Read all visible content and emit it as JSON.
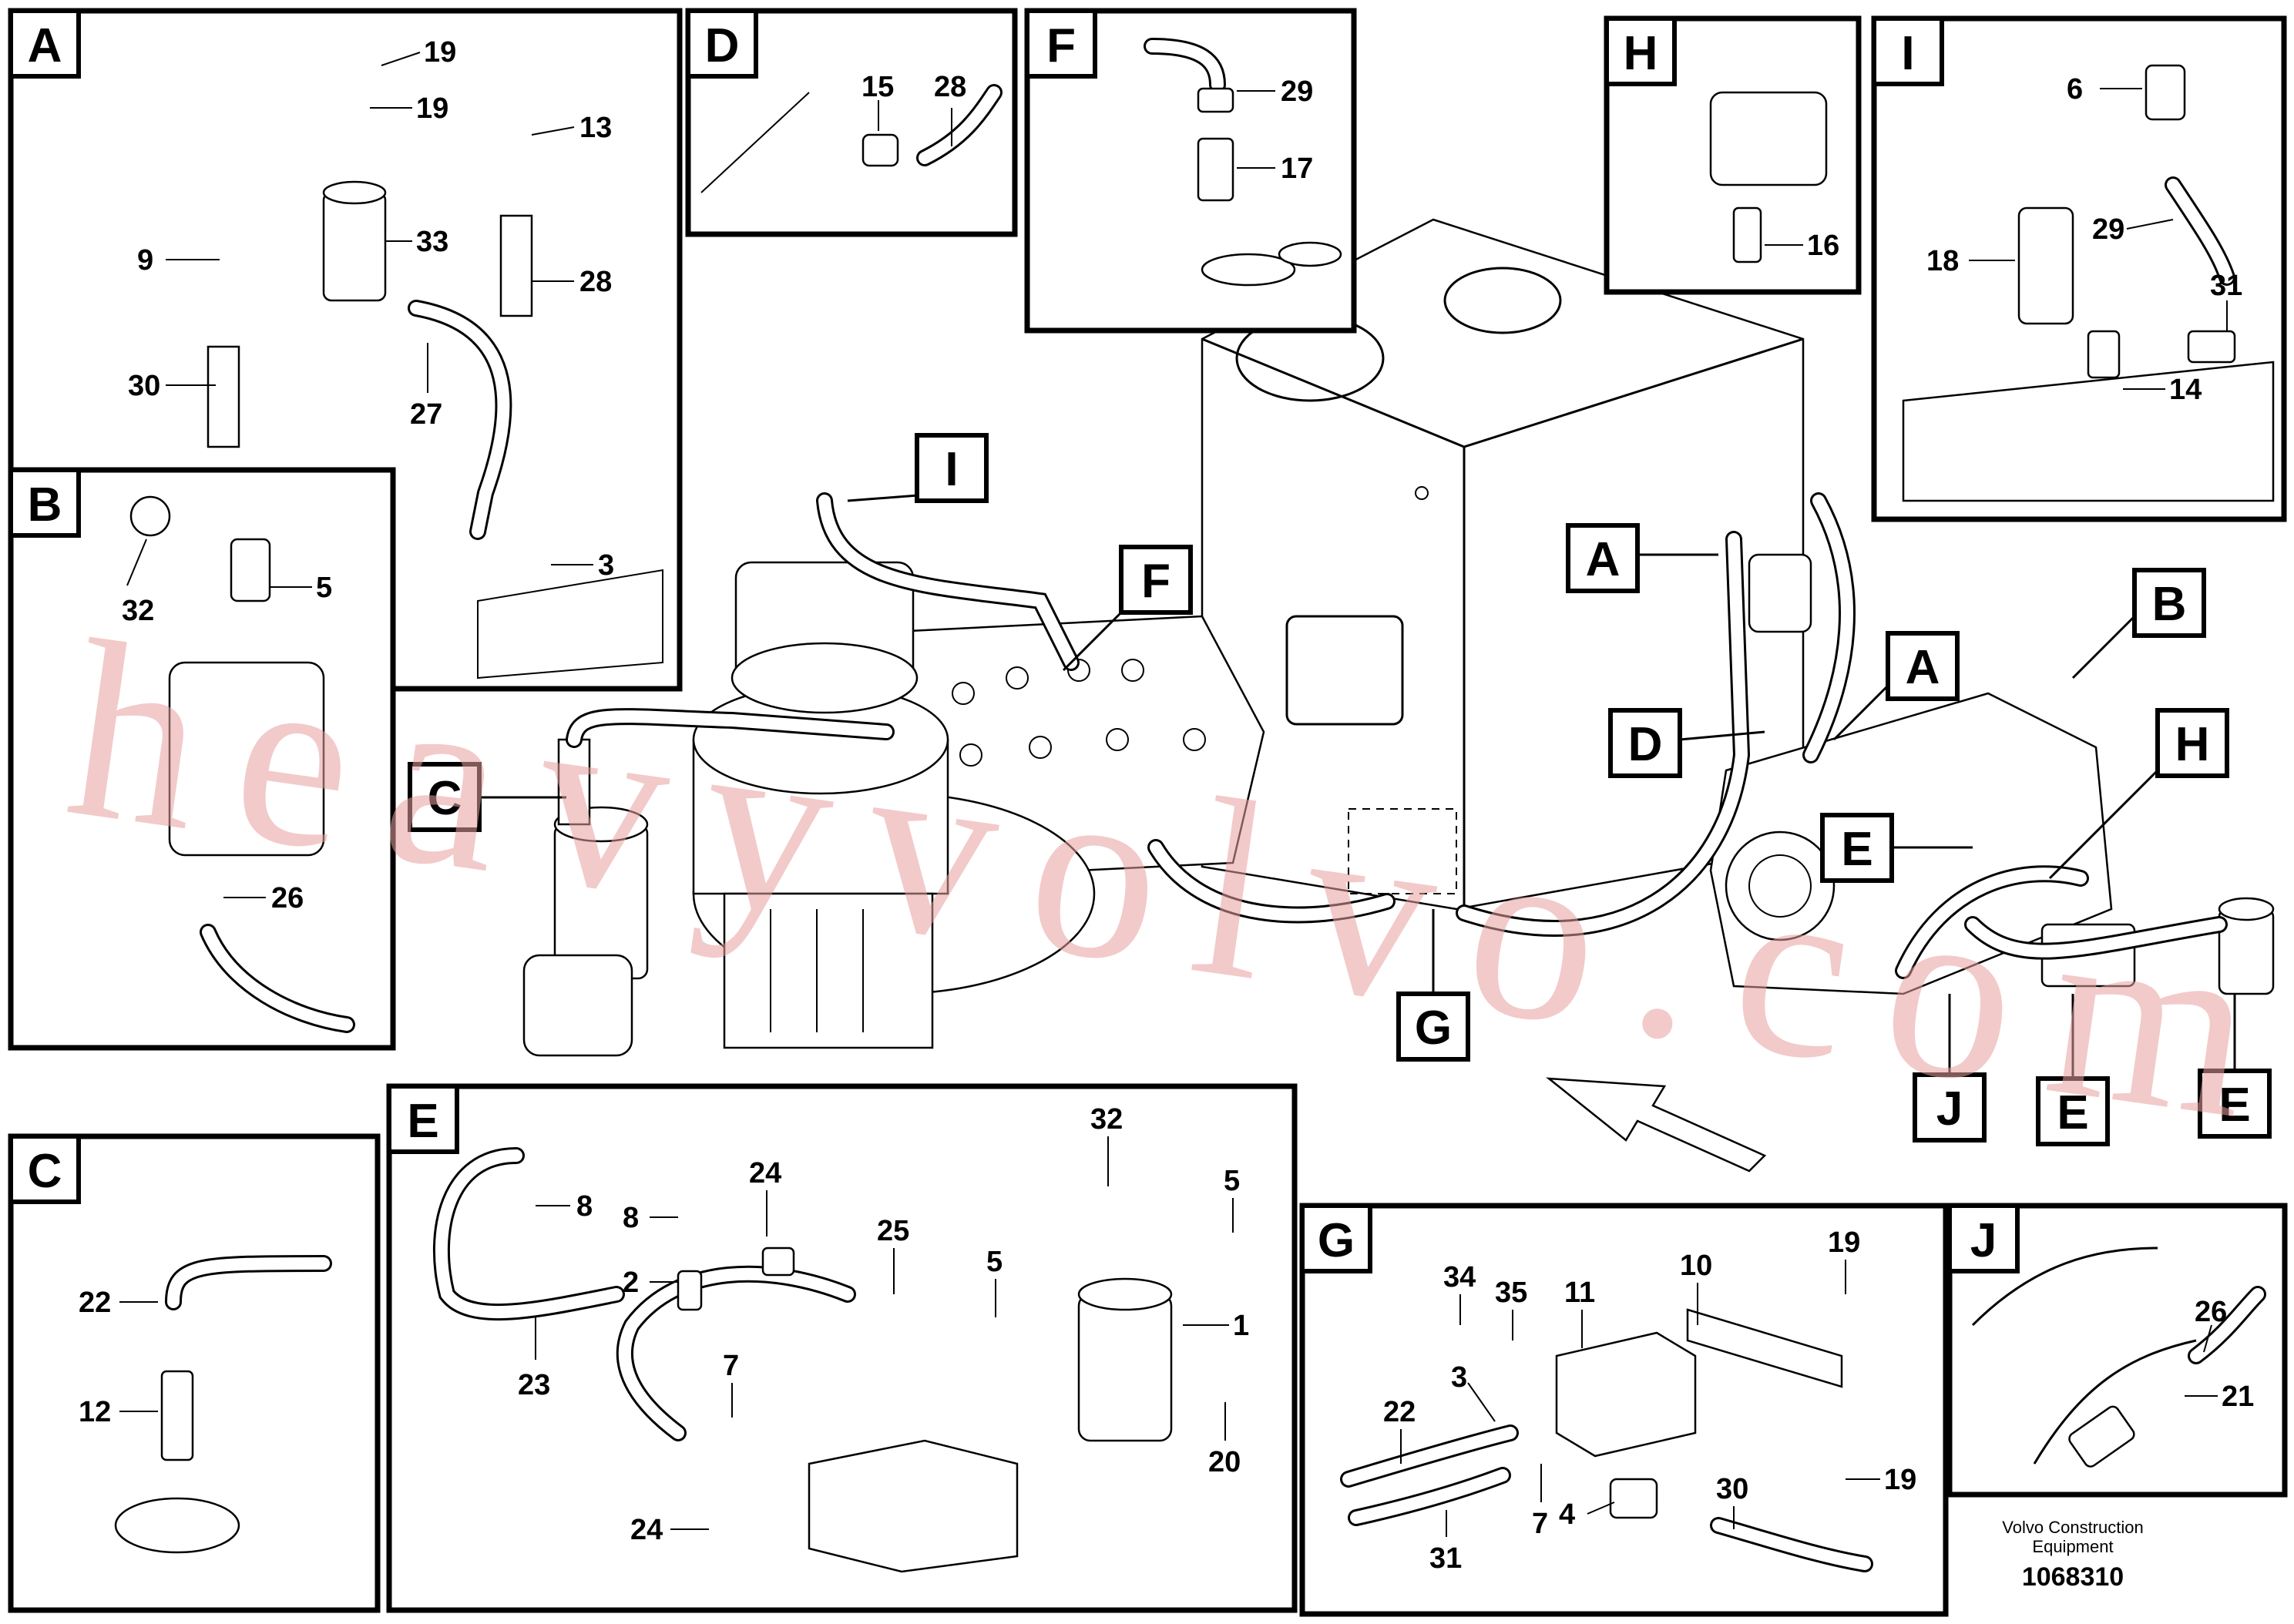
{
  "watermark": "heavyvolvo.com",
  "footer": {
    "company_line1": "Volvo Construction",
    "company_line2": "Equipment",
    "drawing_number": "1068310"
  },
  "panels": {
    "A": {
      "letter": "A",
      "labels": [
        "19",
        "19",
        "13",
        "9",
        "33",
        "28",
        "30",
        "27",
        "3"
      ]
    },
    "B": {
      "letter": "B",
      "labels": [
        "32",
        "5",
        "26"
      ]
    },
    "C": {
      "letter": "C",
      "labels": [
        "22",
        "12"
      ]
    },
    "D": {
      "letter": "D",
      "labels": [
        "15",
        "28"
      ]
    },
    "E": {
      "letter": "E",
      "labels": [
        "8",
        "8",
        "2",
        "24",
        "25",
        "5",
        "32",
        "5",
        "1",
        "23",
        "7",
        "24",
        "20"
      ]
    },
    "F": {
      "letter": "F",
      "labels": [
        "29",
        "17"
      ]
    },
    "G": {
      "letter": "G",
      "labels": [
        "34",
        "35",
        "11",
        "10",
        "19",
        "22",
        "3",
        "7",
        "31",
        "4",
        "30",
        "19"
      ]
    },
    "H": {
      "letter": "H",
      "labels": [
        "16"
      ]
    },
    "I": {
      "letter": "I",
      "labels": [
        "6",
        "29",
        "18",
        "31",
        "14"
      ]
    },
    "J": {
      "letter": "J",
      "labels": [
        "26",
        "21"
      ]
    }
  },
  "callouts": [
    "I",
    "F",
    "C",
    "A",
    "A",
    "B",
    "D",
    "E",
    "H",
    "G",
    "J",
    "E",
    "E"
  ]
}
